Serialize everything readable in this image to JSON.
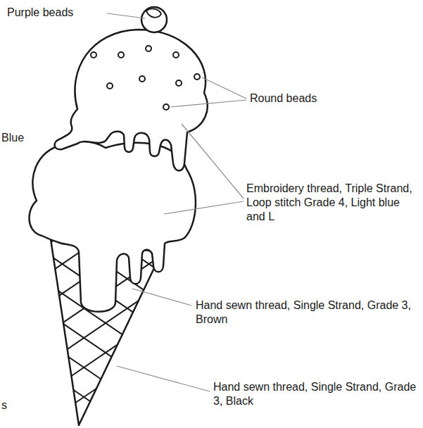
{
  "diagram": {
    "labels": [
      "Purple beads",
      "Round beads",
      "Blue",
      "Embroidery thread, Triple Strand, Loop stitch Grade 4, Light blue and L",
      "Hand sewn thread, Single Strand, Grade 3, Brown",
      "Hand sewn thread, Single Strand, Grade 3, Black",
      "s"
    ]
  }
}
